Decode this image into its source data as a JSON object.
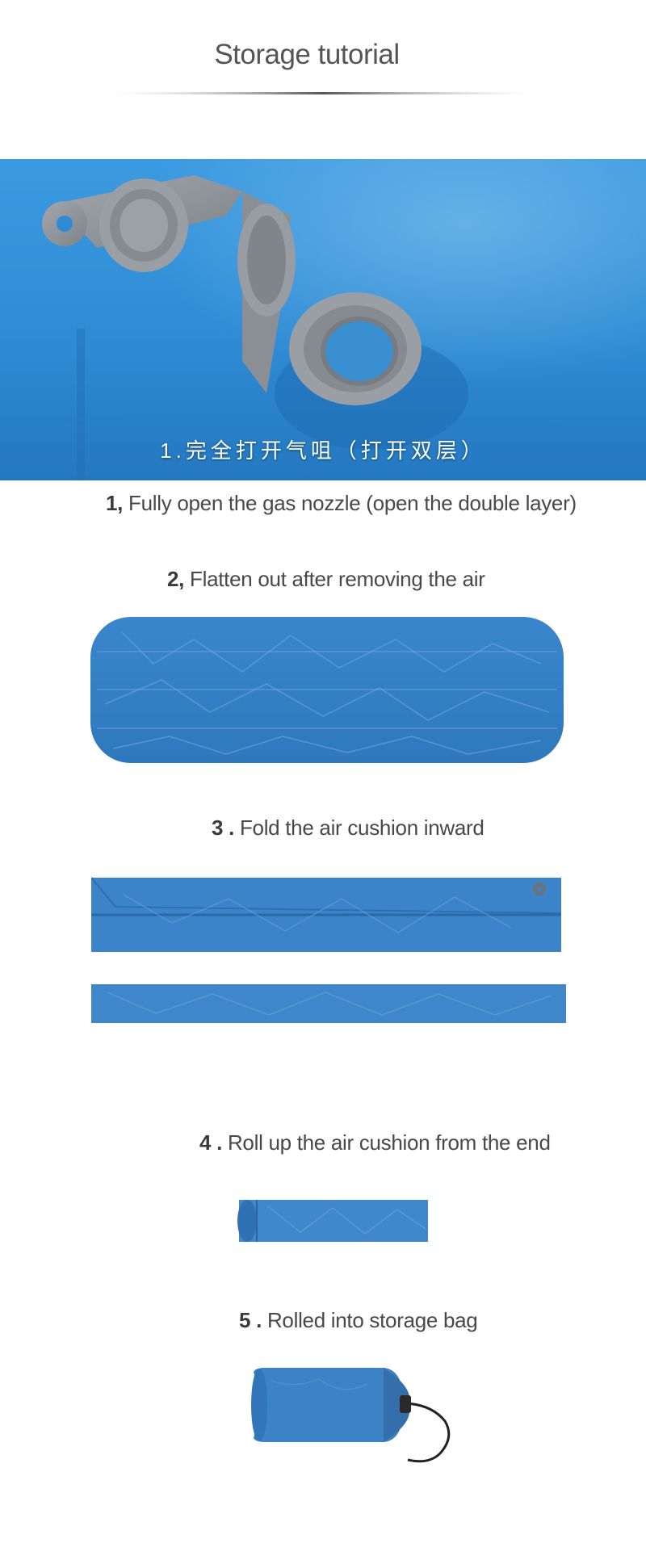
{
  "header": {
    "title": "Storage tutorial"
  },
  "hero": {
    "caption": "1.完全打开气咀（打开双层）"
  },
  "steps": [
    {
      "number": "1,",
      "text": "Fully open the gas nozzle (open the double layer)"
    },
    {
      "number": "2,",
      "text": "Flatten out after removing the air"
    },
    {
      "number": "3 .",
      "text": "Fold the air cushion inward"
    },
    {
      "number": "4 .",
      "text": "Roll up the air cushion from the end"
    },
    {
      "number": "5 .",
      "text": "Rolled into storage bag"
    }
  ],
  "colors": {
    "cushion_blue": "#3f86c8",
    "hero_blue": "#2f8fd6",
    "valve_gray": "#8e9299",
    "title_text": "#555555"
  }
}
